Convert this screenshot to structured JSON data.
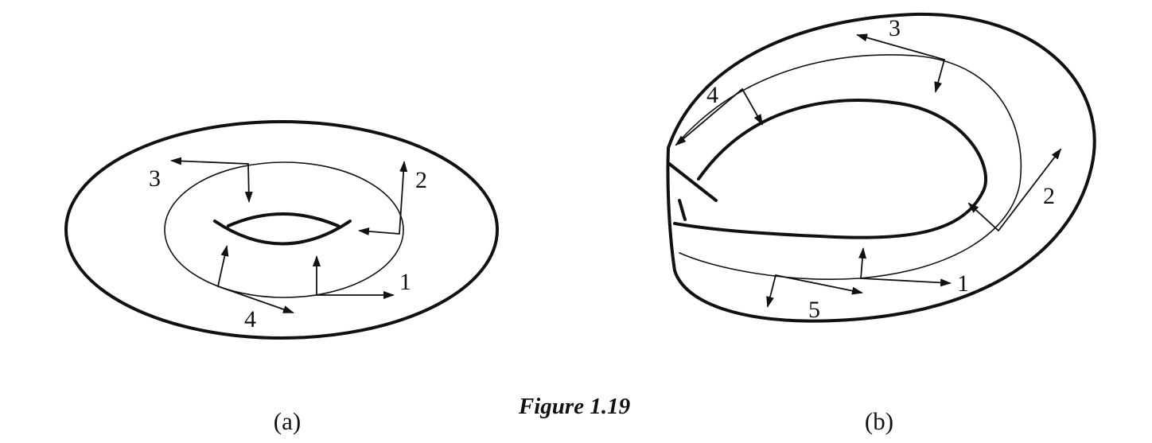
{
  "figure_caption": "Figure 1.19",
  "panel_a": {
    "caption": "(a)",
    "labels": [
      "1",
      "2",
      "3",
      "4"
    ]
  },
  "panel_b": {
    "caption": "(b)",
    "labels": [
      "1",
      "2",
      "3",
      "4",
      "5"
    ]
  },
  "colors": {
    "ink": "#111111",
    "paper": "#ffffff"
  }
}
